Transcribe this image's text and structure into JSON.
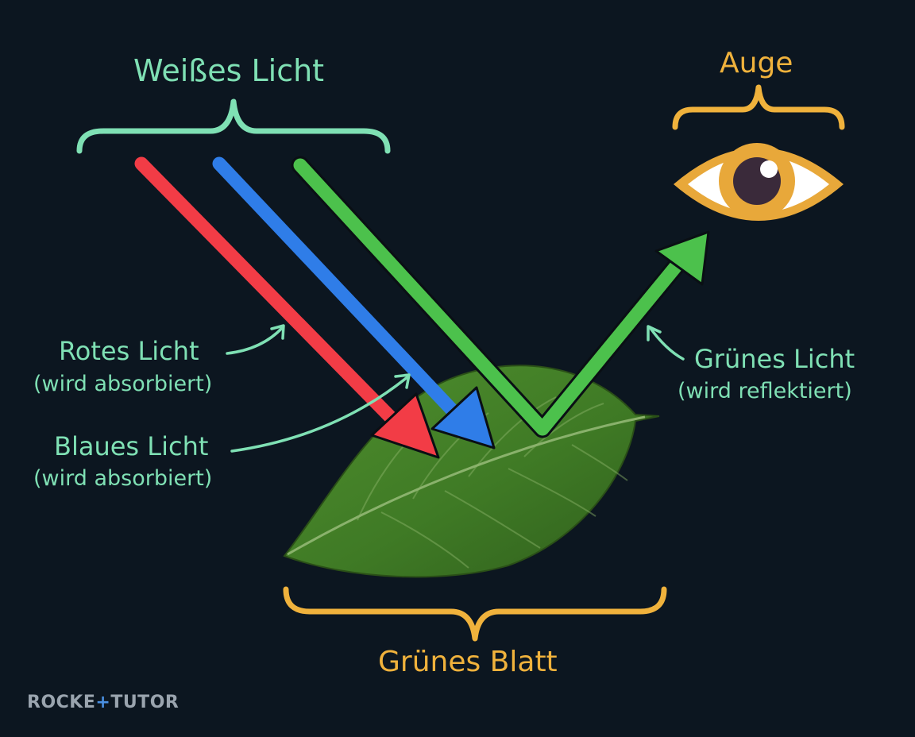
{
  "labels": {
    "white_light": "Weißes Licht",
    "eye": "Auge",
    "red_light": "Rotes Licht",
    "red_light_note": "(wird absorbiert)",
    "blue_light": "Blaues Licht",
    "blue_light_note": "(wird absorbiert)",
    "green_light": "Grünes Licht",
    "green_light_note": "(wird reflektiert)",
    "leaf": "Grünes Blatt"
  },
  "logo": {
    "part1": "ROCKE",
    "plus": "+",
    "part2": "TUTOR"
  },
  "colors": {
    "background": "#0c1620",
    "label_mint": "#7fe0b4",
    "label_gold": "#f0b23c",
    "red_ray": "#f23c46",
    "blue_ray": "#2f7de8",
    "green_ray": "#4cc14c",
    "eye_iris": "#e8a83a",
    "leaf": "#4f8a2c"
  },
  "icons": [
    "eye-icon",
    "leaf-image"
  ]
}
